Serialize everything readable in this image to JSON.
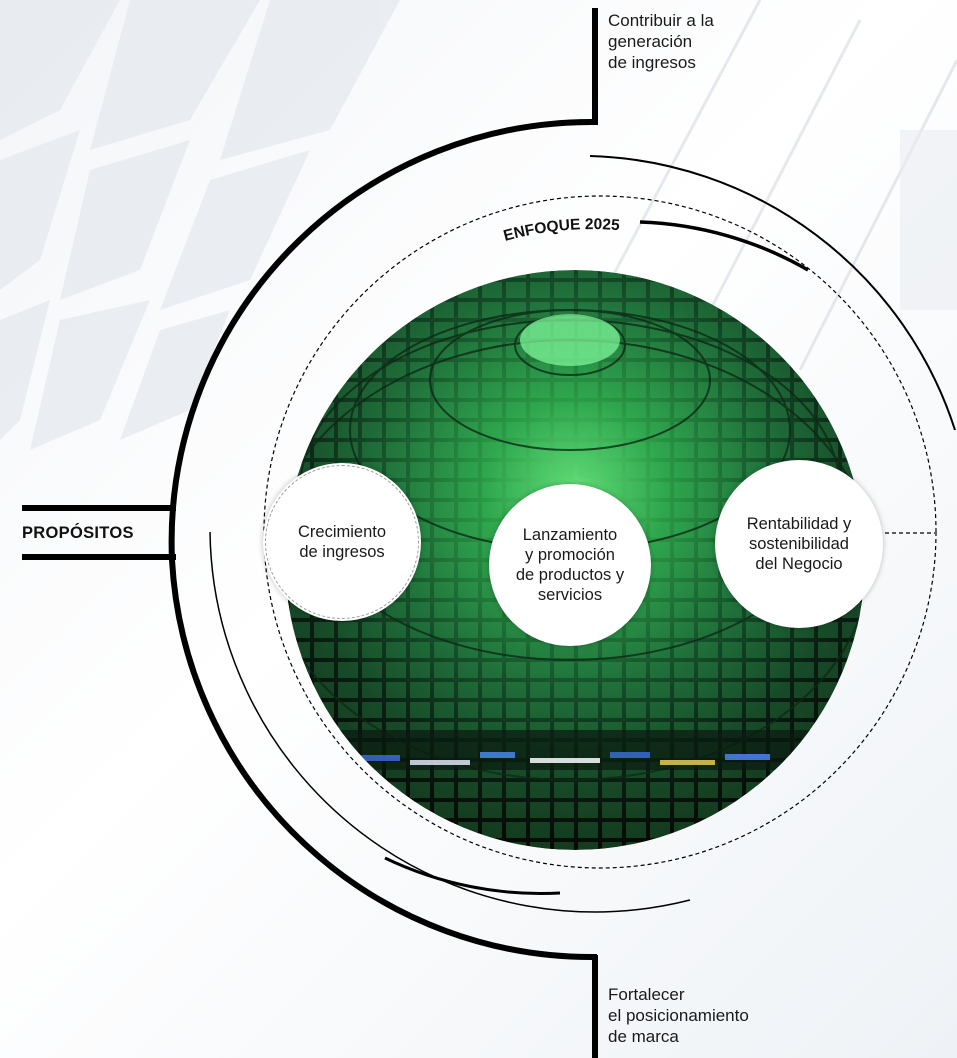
{
  "badge": "ENFOQUE 2025",
  "purposes_label": "PROPÓSITOS",
  "top_goal": [
    "Contribuir a la",
    "generación",
    "de ingresos"
  ],
  "bottom_goal": [
    "Fortalecer",
    "el posicionamiento",
    "de marca"
  ],
  "focus_items": [
    {
      "lines": [
        "Crecimiento",
        "de ingresos"
      ]
    },
    {
      "lines": [
        "Lanzamiento",
        "y promoción",
        "de productos y",
        "servicios"
      ]
    },
    {
      "lines": [
        "Rentabilidad y",
        "sostenibilidad",
        "del Negocio"
      ]
    }
  ],
  "colors": {
    "line": "#000000",
    "dome_glow": "#2fbf5a",
    "background": "#f3f5f8"
  }
}
